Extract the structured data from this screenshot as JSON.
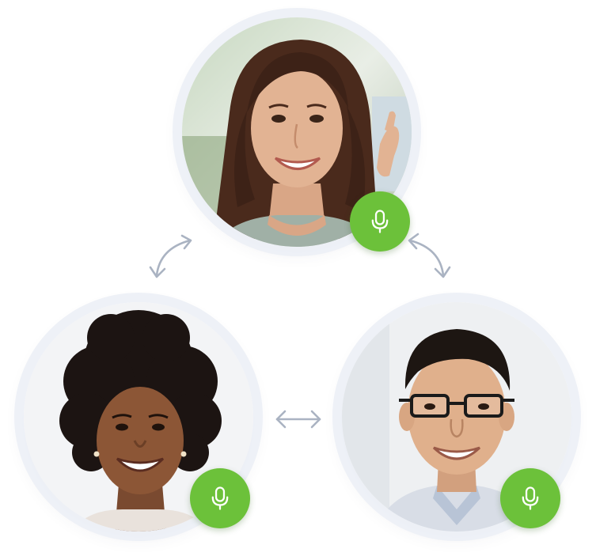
{
  "participants": [
    {
      "id": "top",
      "avatar_icon": "woman-long-hair-waving-avatar",
      "mic_icon": "microphone-icon",
      "mic_active": true
    },
    {
      "id": "left",
      "avatar_icon": "woman-curly-hair-avatar",
      "mic_icon": "microphone-icon",
      "mic_active": true
    },
    {
      "id": "right",
      "avatar_icon": "man-glasses-avatar",
      "mic_icon": "microphone-icon",
      "mic_active": true
    }
  ],
  "connectors": [
    {
      "from": "top",
      "to": "left",
      "icon": "curved-two-way-arrow-icon"
    },
    {
      "from": "top",
      "to": "right",
      "icon": "curved-two-way-arrow-icon"
    },
    {
      "from": "left",
      "to": "right",
      "icon": "two-way-arrow-icon"
    }
  ],
  "colors": {
    "mic_active": "#6cc13a",
    "arrow": "#aab3c2",
    "ring": "#ecf0f6",
    "background": "#ffffff"
  }
}
